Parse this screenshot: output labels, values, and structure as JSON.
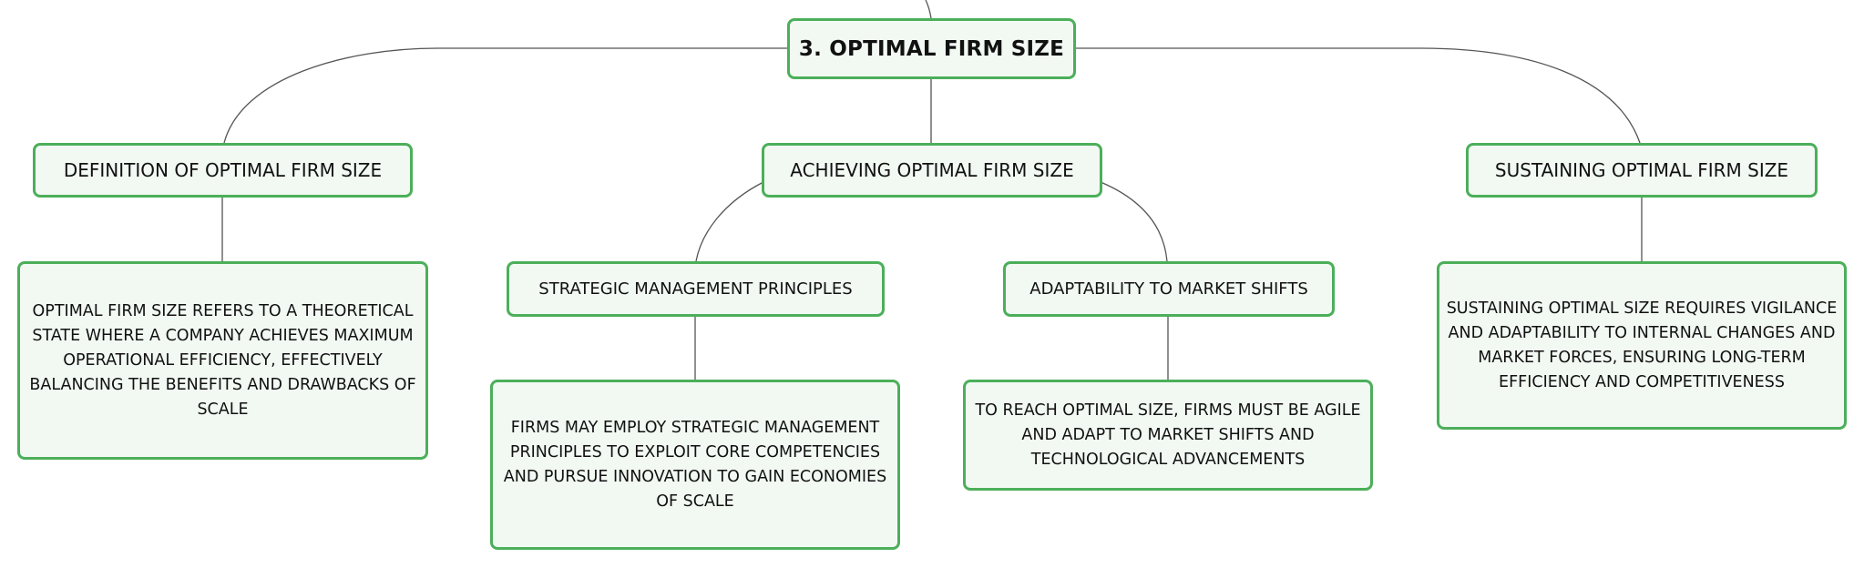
{
  "colors": {
    "border": "#4caf5a",
    "fill": "#f2f9f3",
    "line": "#555555",
    "text": "#111111"
  },
  "root": {
    "label": "3. OPTIMAL FIRM SIZE"
  },
  "definition": {
    "label": "DEFINITION OF OPTIMAL FIRM SIZE",
    "detail": "OPTIMAL FIRM SIZE REFERS TO A THEORETICAL STATE WHERE A COMPANY ACHIEVES MAXIMUM OPERATIONAL EFFICIENCY, EFFECTIVELY BALANCING THE BENEFITS AND DRAWBACKS OF SCALE"
  },
  "achieving": {
    "label": "ACHIEVING OPTIMAL FIRM SIZE",
    "strategic": {
      "label": "STRATEGIC MANAGEMENT PRINCIPLES",
      "detail": "FIRMS MAY EMPLOY STRATEGIC MANAGEMENT PRINCIPLES TO EXPLOIT CORE COMPETENCIES AND PURSUE INNOVATION TO GAIN ECONOMIES OF SCALE"
    },
    "adaptability": {
      "label": "ADAPTABILITY TO MARKET SHIFTS",
      "detail": "TO REACH OPTIMAL SIZE, FIRMS MUST BE AGILE AND ADAPT TO MARKET SHIFTS AND TECHNOLOGICAL ADVANCEMENTS"
    }
  },
  "sustaining": {
    "label": "SUSTAINING OPTIMAL FIRM SIZE",
    "detail": "SUSTAINING OPTIMAL SIZE REQUIRES VIGILANCE AND ADAPTABILITY TO INTERNAL CHANGES AND MARKET FORCES, ENSURING LONG-TERM EFFICIENCY AND COMPETITIVENESS"
  }
}
